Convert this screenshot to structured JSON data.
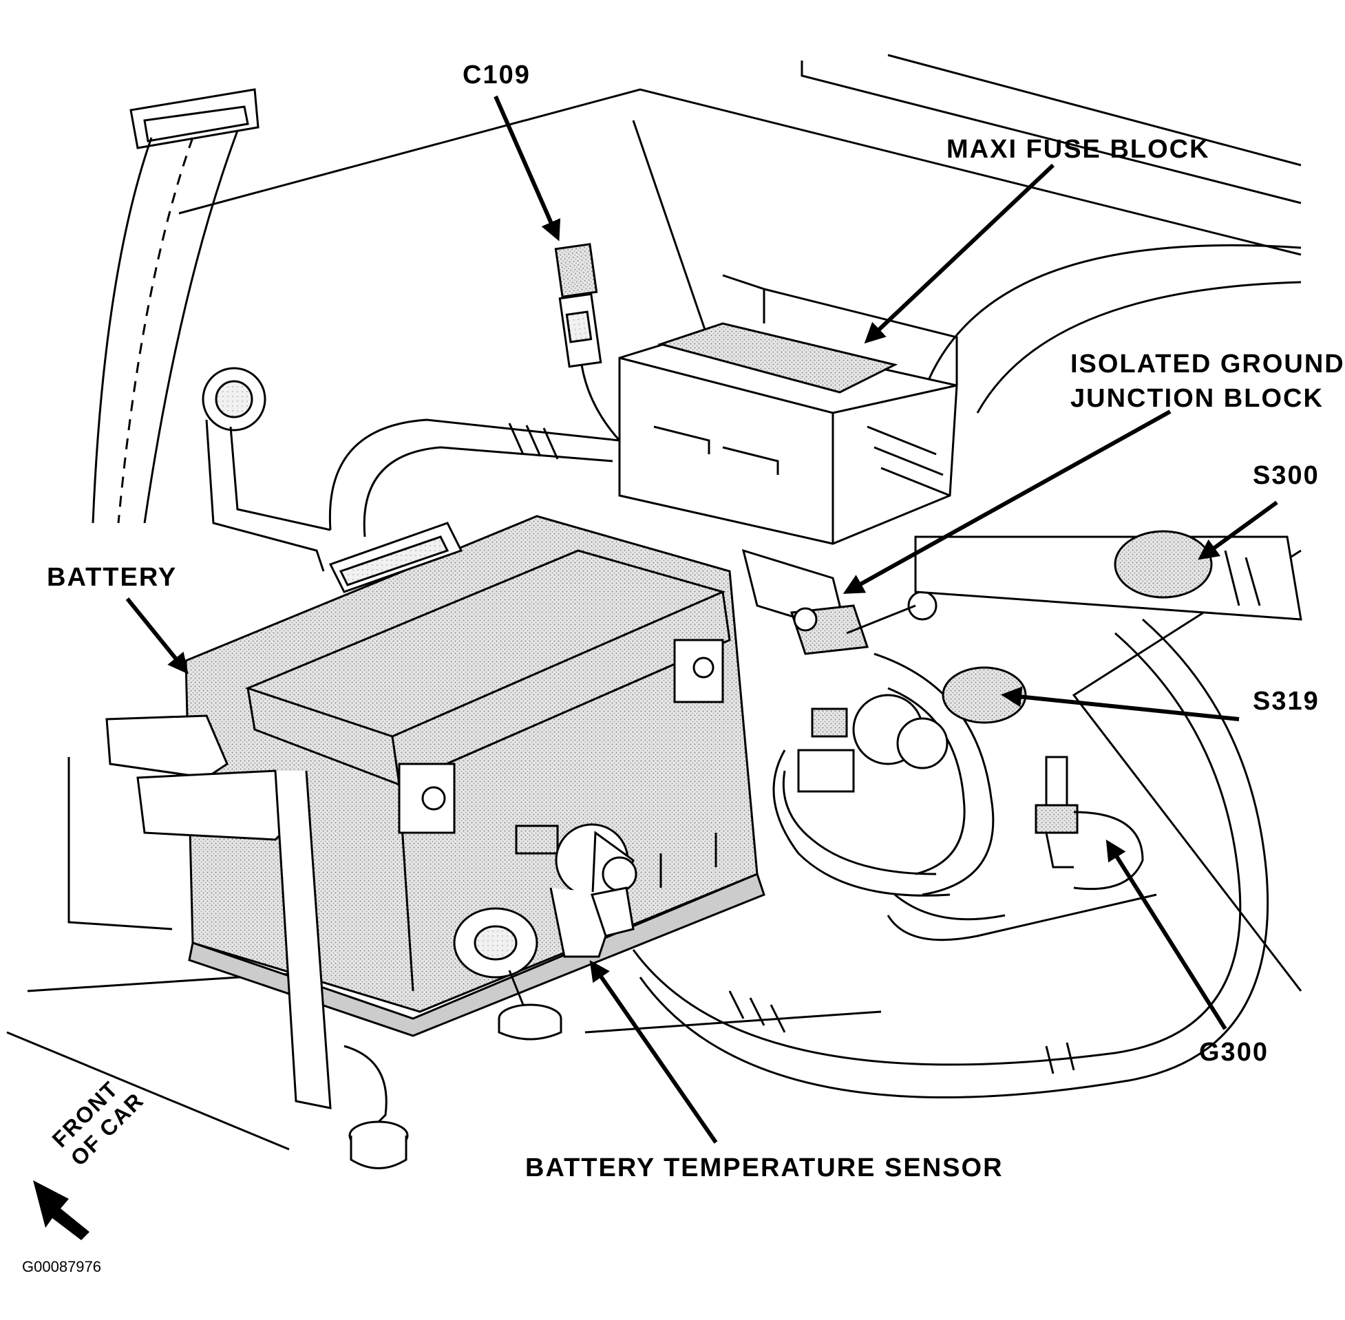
{
  "labels": {
    "c109": "C109",
    "maxi_fuse_block": "MAXI FUSE BLOCK",
    "isolated_ground_line1": "ISOLATED GROUND",
    "isolated_ground_line2": "JUNCTION BLOCK",
    "s300": "S300",
    "battery": "BATTERY",
    "s319": "S319",
    "g300": "G300",
    "battery_temperature_sensor": "BATTERY TEMPERATURE SENSOR",
    "front_of_car_line1": "FRONT",
    "front_of_car_line2": "OF CAR"
  },
  "figure_code": "G00087976"
}
